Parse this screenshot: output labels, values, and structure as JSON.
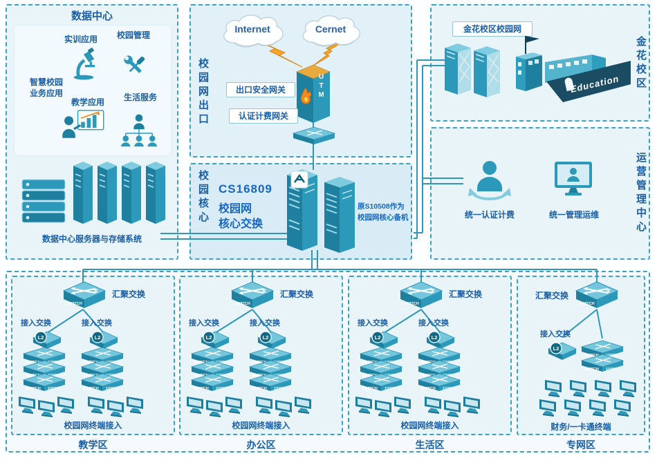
{
  "dc": {
    "title": "数据中心",
    "app1": "实训应用",
    "app2": "校园管理",
    "side1": "智慧校园",
    "side2": "业务应用",
    "app3": "教学应用",
    "app4": "生活服务",
    "caption": "数据中心服务器与存储系统"
  },
  "exit": {
    "title": "校园网出口",
    "cloud1": "Internet",
    "cloud2": "Cernet",
    "gateway1": "出口安全网关",
    "gateway2": "认证计费网关",
    "utm": "UTM"
  },
  "jinhua": {
    "title": "金花校区",
    "label": "金花校区校园网",
    "building": "Education"
  },
  "ops": {
    "title": "运营管理中心",
    "item1": "统一认证计费",
    "item2": "统一管理运维"
  },
  "core": {
    "title": "校园核心",
    "model": "CS16809",
    "line2": "校园网",
    "line3": "核心交换",
    "backup1": "原S10508作为",
    "backup2": "校园网核心备机"
  },
  "zones": [
    {
      "name": "教学区",
      "agg": "汇聚交换",
      "access1": "接入交换",
      "access2": "接入交换",
      "terminal": "校园网终端接入"
    },
    {
      "name": "办公区",
      "agg": "汇聚交换",
      "access1": "接入交换",
      "access2": "接入交换",
      "terminal": "校园网终端接入"
    },
    {
      "name": "生活区",
      "agg": "汇聚交换",
      "access1": "接入交换",
      "access2": "接入交换",
      "terminal": "校园网终端接入"
    },
    {
      "name": "专网区",
      "agg": "汇聚交换",
      "access1": "接入交换",
      "terminal": "财务/一卡通终端"
    }
  ],
  "dl": {
    "switch": "SWITCH",
    "speed": "1000M",
    "l2": "L2"
  },
  "colors": {
    "border": "#3BA2C3",
    "accent": "#1A5EA8",
    "device": "#2D99BA",
    "lightning": "#F6A42A"
  }
}
